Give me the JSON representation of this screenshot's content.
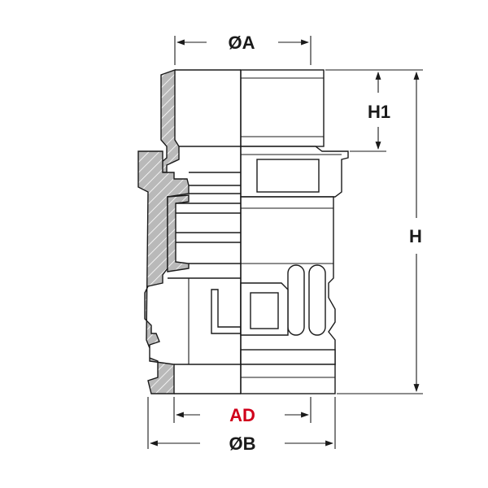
{
  "dimensions": {
    "diameter_a": "ØA",
    "height_1": "H1",
    "height": "H",
    "ad": "AD",
    "diameter_b": "ØB"
  },
  "colors": {
    "line": "#1a1a1a",
    "section_fill": "#b9b9b9",
    "ad_label": "#d0001b",
    "label": "#1a1a1a"
  }
}
